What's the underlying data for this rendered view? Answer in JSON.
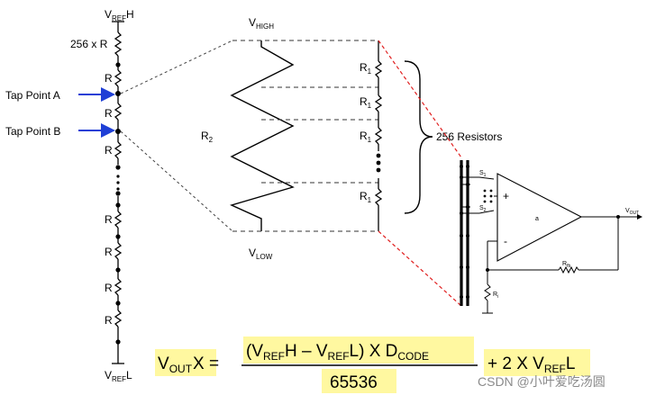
{
  "diagram": {
    "vref_high": {
      "main": "V",
      "sub": "REF",
      "suffix": "H"
    },
    "vref_low": {
      "main": "V",
      "sub": "REF",
      "suffix": "L"
    },
    "top_resistor": "256 x R",
    "ladder_resistor_label": "R",
    "tap_a": "Tap Point A",
    "tap_b": "Tap Point B",
    "v_high": {
      "main": "V",
      "sub": "HIGH"
    },
    "v_low": {
      "main": "V",
      "sub": "LOW"
    },
    "r2": {
      "main": "R",
      "sub": "2"
    },
    "r1": {
      "main": "R",
      "sub": "1"
    },
    "resistor_group": "256 Resistors",
    "amp_label": "a",
    "plus": "+",
    "minus": "-",
    "rfb": {
      "main": "R",
      "sub": "fb"
    },
    "ri": {
      "main": "R",
      "sub": "i"
    },
    "vout": {
      "main": "V",
      "sub": "OUT"
    },
    "s1": {
      "main": "S",
      "sub": "1"
    },
    "s2": {
      "main": "S",
      "sub": "2"
    }
  },
  "equation": {
    "lhs": {
      "v": "V",
      "sub": "OUT",
      "rest": "X ="
    },
    "numerator": {
      "p1": "(V",
      "s1": "REF",
      "p2": "H – V",
      "s2": "REF",
      "p3": "L) X D",
      "s3": "CODE"
    },
    "denominator": "65536",
    "tail": {
      "p1": "+ 2 X V",
      "s1": "REF",
      "p2": "L"
    }
  },
  "watermark": "CSDN @小叶爱吃汤圆"
}
